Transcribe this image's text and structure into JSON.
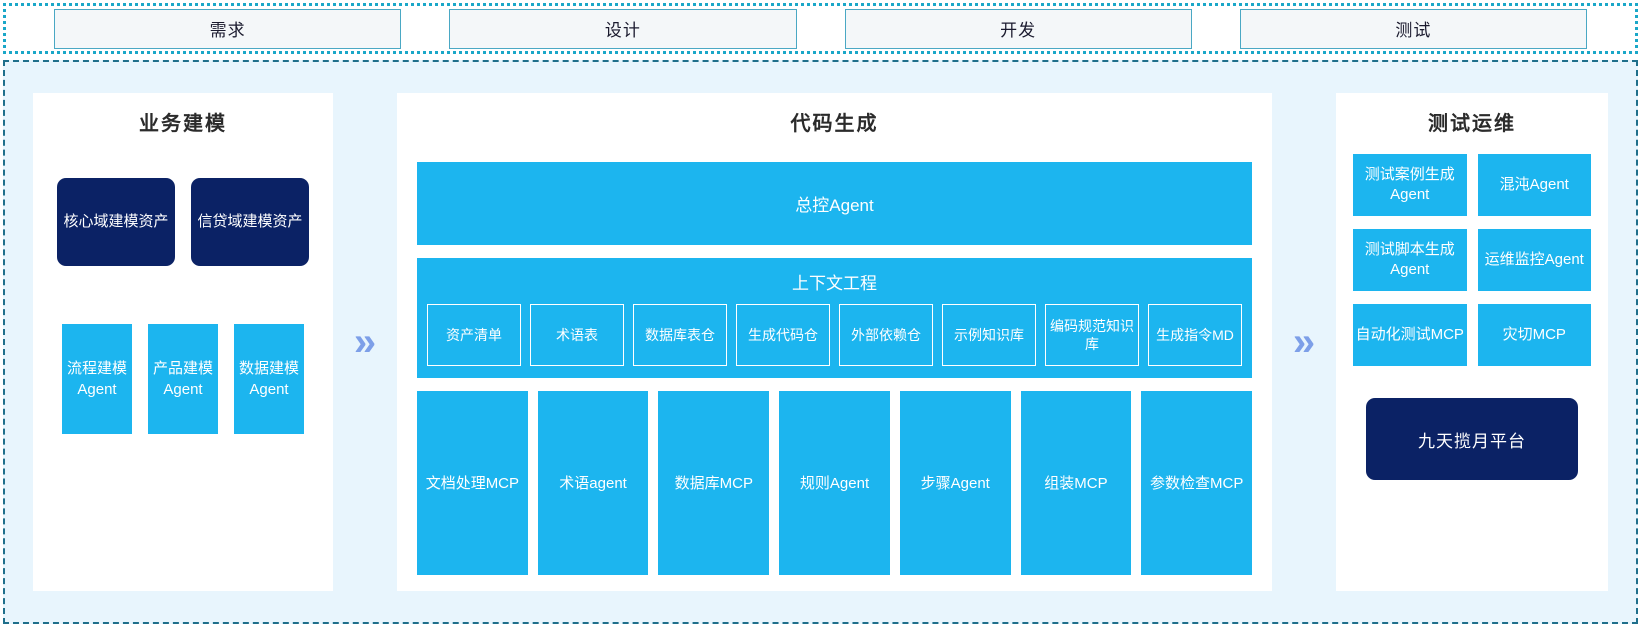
{
  "phases": {
    "items": [
      {
        "label": "需求"
      },
      {
        "label": "设计"
      },
      {
        "label": "开发"
      },
      {
        "label": "测试"
      }
    ]
  },
  "separators": {
    "chevron_glyph": "»",
    "chevron_color": "#7d9fe8"
  },
  "colors": {
    "accent_blue": "#1cb5ef",
    "navy": "#0b2265",
    "region_background": "#e8f5fd",
    "panel_background": "#ffffff",
    "phase_border": "#4aa8c4",
    "region_border": "#1f6f8b"
  },
  "left_panel": {
    "title": "业务建模",
    "asset_cards": [
      {
        "label": "核心域建模资产"
      },
      {
        "label": "信贷域建模资产"
      }
    ],
    "agent_cards": [
      {
        "label": "流程建模Agent"
      },
      {
        "label": "产品建模Agent"
      },
      {
        "label": "数据建模Agent"
      }
    ]
  },
  "center_panel": {
    "title": "代码生成",
    "banner": {
      "label": "总控Agent"
    },
    "context_engineering": {
      "title": "上下文工程",
      "items": [
        {
          "label": "资产清单"
        },
        {
          "label": "术语表"
        },
        {
          "label": "数据库表仓"
        },
        {
          "label": "生成代码仓"
        },
        {
          "label": "外部依赖仓"
        },
        {
          "label": "示例知识库"
        },
        {
          "label": "编码规范知识库"
        },
        {
          "label": "生成指令MD"
        }
      ]
    },
    "tools": [
      {
        "label": "文档处理MCP"
      },
      {
        "label": "术语agent"
      },
      {
        "label": "数据库MCP"
      },
      {
        "label": "规则Agent"
      },
      {
        "label": "步骤Agent"
      },
      {
        "label": "组装MCP"
      },
      {
        "label": "参数检查MCP"
      }
    ]
  },
  "right_panel": {
    "title": "测试运维",
    "cards": [
      {
        "label": "测试案例生成Agent"
      },
      {
        "label": "混沌Agent"
      },
      {
        "label": "测试脚本生成Agent"
      },
      {
        "label": "运维监控Agent"
      },
      {
        "label": "自动化测试MCP"
      },
      {
        "label": "灾切MCP"
      }
    ],
    "platform": {
      "label": "九天揽月平台"
    }
  }
}
